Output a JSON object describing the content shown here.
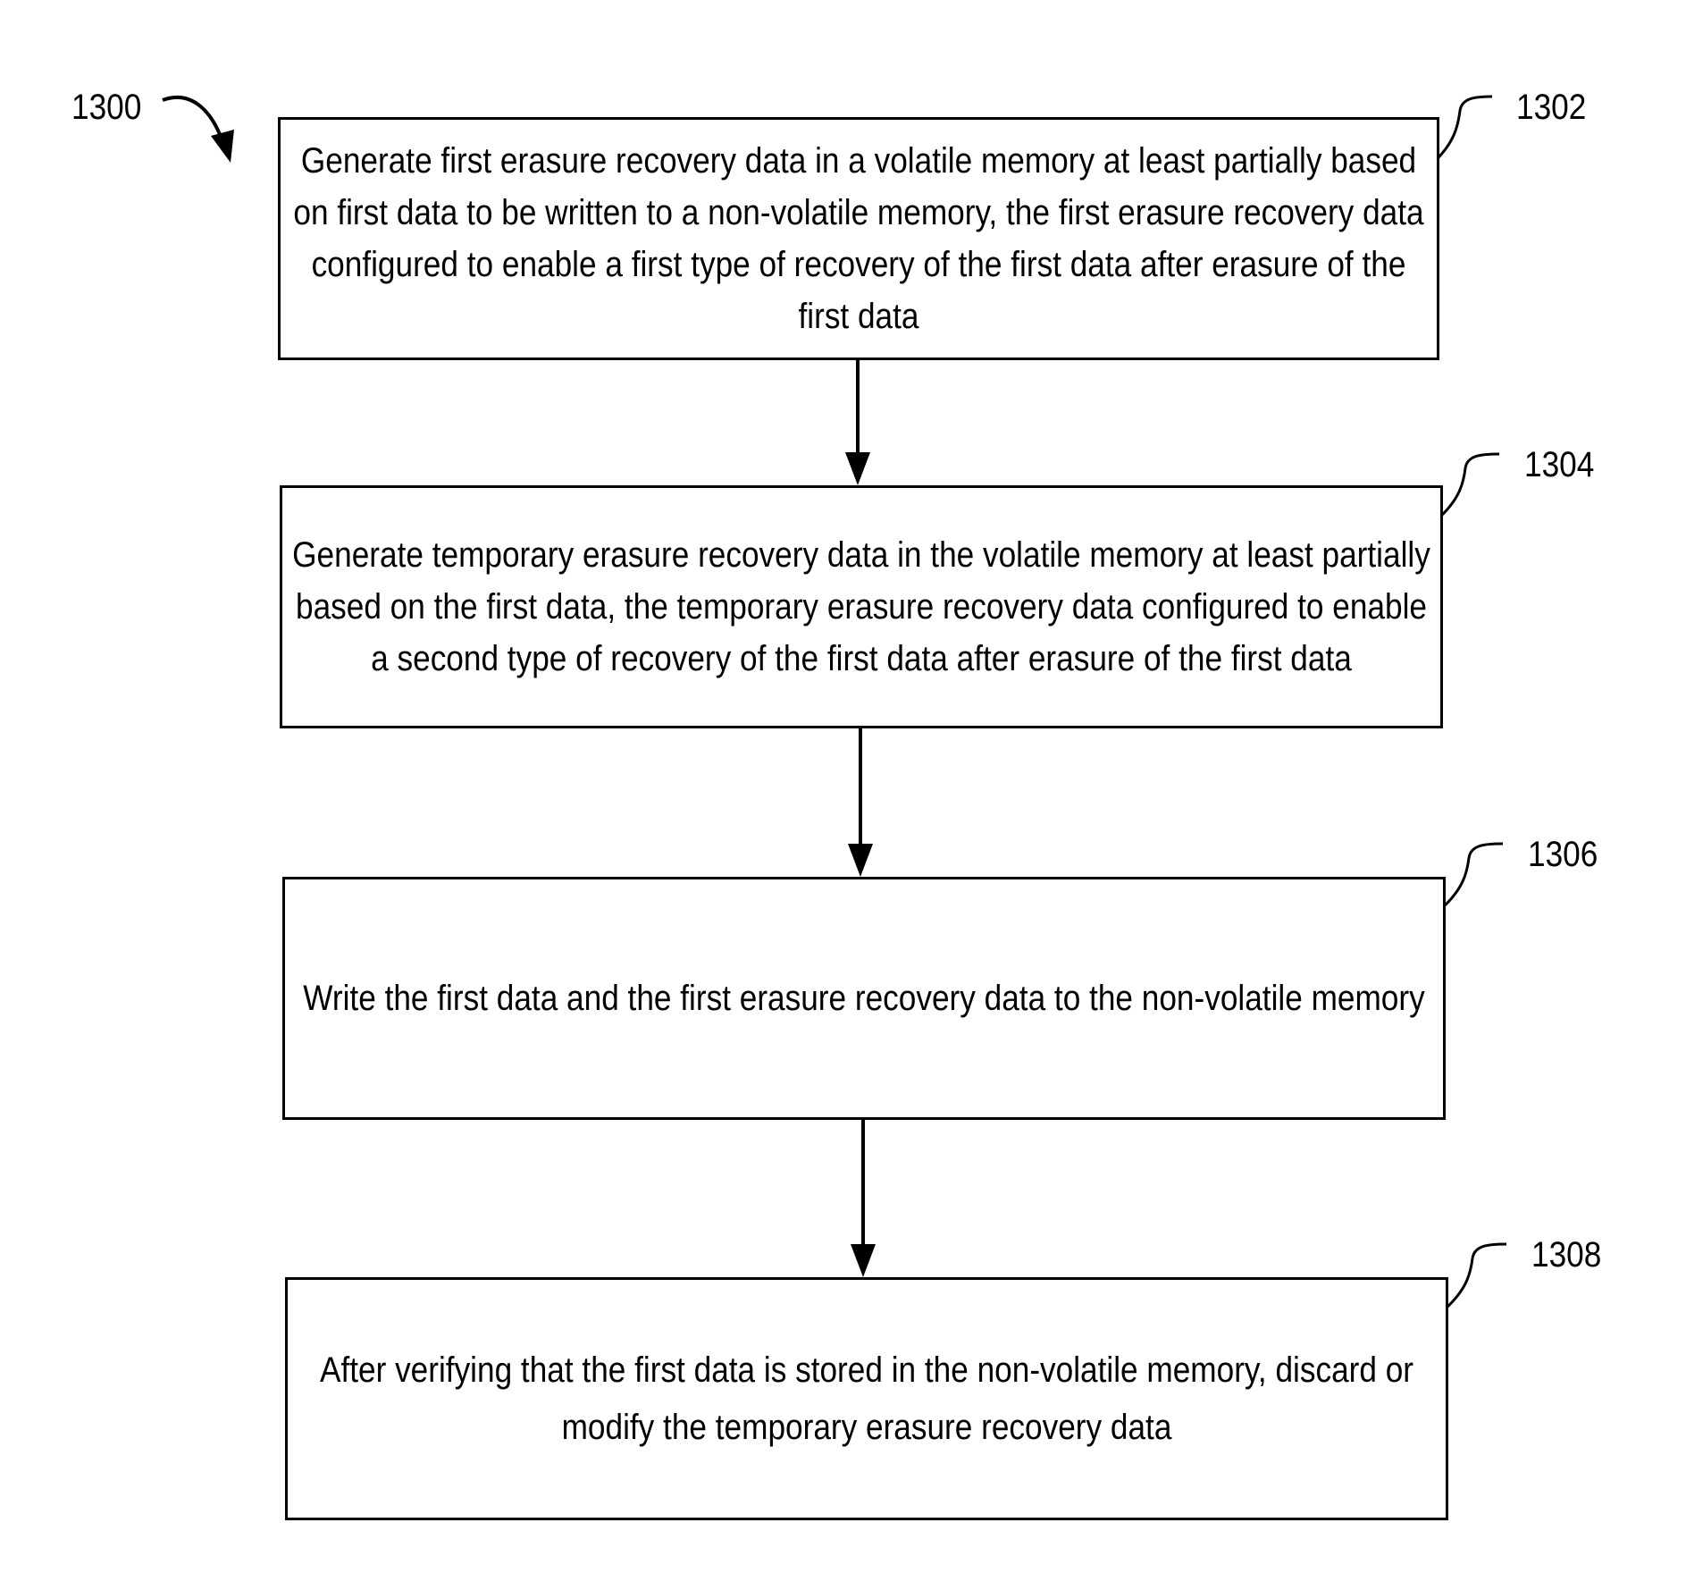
{
  "figure_label": "1300",
  "steps": [
    {
      "ref": "1302",
      "text": "Generate first erasure recovery data in a volatile memory at least partially based on first data to be written to a non-volatile memory, the first erasure recovery data configured to enable a first type of recovery of the first data after erasure of the first data"
    },
    {
      "ref": "1304",
      "text": "Generate temporary erasure recovery data in the volatile memory at least partially based on the first data, the temporary erasure recovery data configured to enable a second type of recovery of the first data after erasure of the first data"
    },
    {
      "ref": "1306",
      "text": "Write the first data and the first erasure recovery data to the non-volatile memory"
    },
    {
      "ref": "1308",
      "text": "After verifying that the first data is stored in the non-volatile memory, discard or modify the temporary erasure recovery data"
    }
  ]
}
